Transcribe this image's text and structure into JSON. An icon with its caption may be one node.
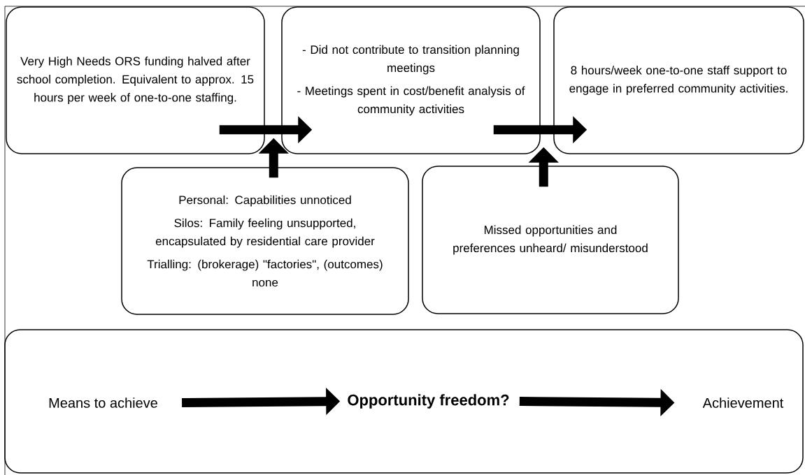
{
  "diagram": {
    "nodes": [
      {
        "text": [
          "Very High Needs ORS funding halved after school completion. Equivalent to approx. 15 hours per week of one-to-one staffing."
        ]
      },
      {
        "text": [
          "- Did not contribute to transition planning meetings",
          "- Meetings spent in cost/benefit analysis of community activities"
        ]
      },
      {
        "text": [
          "8 hours/week one-to-one staff support to engage in preferred community activities."
        ]
      },
      {
        "text": [
          "Personal: Capabilities unnoticed",
          "Silos: Family feeling unsupported, encapsulated by residential care provider",
          "Trialling: (brokerage) \"factories\", (outcomes) none"
        ]
      },
      {
        "text": [
          "Missed opportunities and preferences unheard/ misunderstood"
        ]
      },
      {
        "text": [],
        "shape": "box"
      },
      {
        "text": [
          "Means to achieve"
        ],
        "in": 5
      },
      {
        "text": [
          "Opportunity freedom?"
        ],
        "in": 5
      },
      {
        "text": [
          "Achievement"
        ],
        "in": 5
      }
    ],
    "edges": [
      {
        "from": 0,
        "to": 1,
        "arrow": "to"
      },
      {
        "from": 1,
        "to": 2,
        "arrow": "to"
      },
      {
        "from": 3,
        "to": 1,
        "arrow": "to"
      },
      {
        "from": 4,
        "to": 2,
        "arrow": "to"
      },
      {
        "from": 6,
        "to": 7,
        "arrow": "to"
      },
      {
        "from": 7,
        "to": 8,
        "arrow": "to"
      }
    ]
  }
}
